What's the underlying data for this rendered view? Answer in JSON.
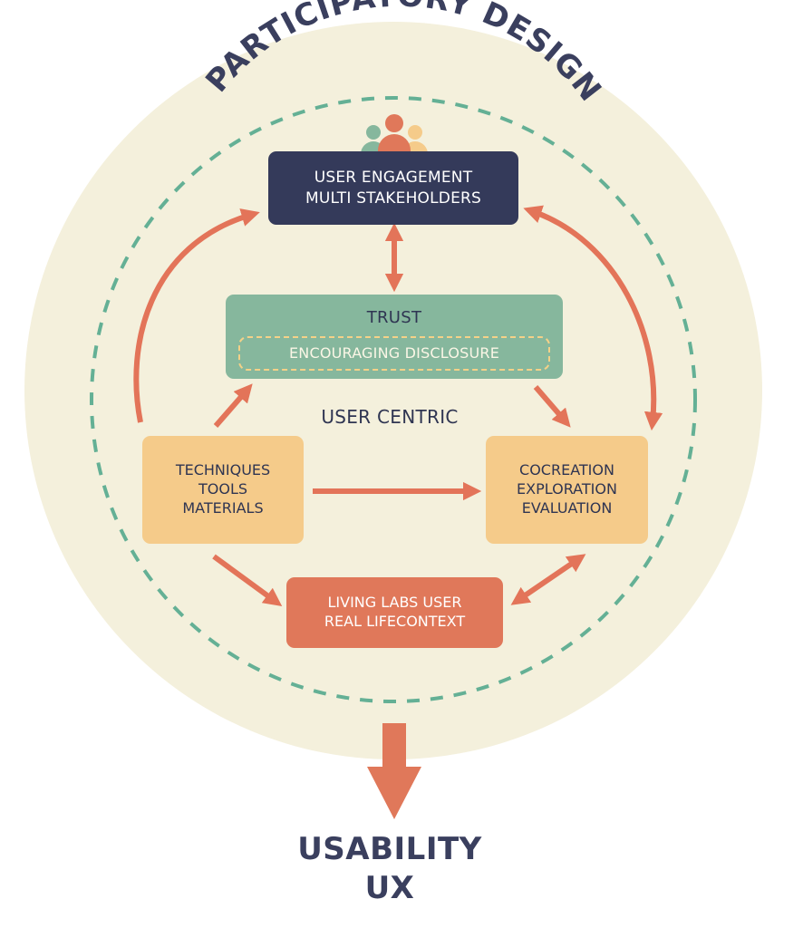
{
  "title": "PARTICIPATORY DESIGN",
  "top_box": {
    "line1": "USER ENGAGEMENT",
    "line2": "MULTI STAKEHOLDERS"
  },
  "trust_box": {
    "title": "TRUST",
    "subtitle": "ENCOURAGING DISCLOSURE"
  },
  "center_label": "USER CENTRIC",
  "left_box": {
    "line1": "TECHNIQUES",
    "line2": "TOOLS",
    "line3": "MATERIALS"
  },
  "right_box": {
    "line1": "COCREATION",
    "line2": "EXPLORATION",
    "line3": "EVALUATION"
  },
  "bottom_box": {
    "line1": "LIVING LABS USER",
    "line2": "REAL LIFECONTEXT"
  },
  "output": {
    "line1": "USABILITY",
    "line2": "UX"
  },
  "colors": {
    "circle": "#f4f0dc",
    "dashed_ring": "#64b095",
    "navy": "#343a5a",
    "green": "#86b79d",
    "sand": "#f5cb8a",
    "coral": "#e0785a",
    "arrow": "#e37459"
  },
  "icons": [
    "people-group-icon"
  ]
}
